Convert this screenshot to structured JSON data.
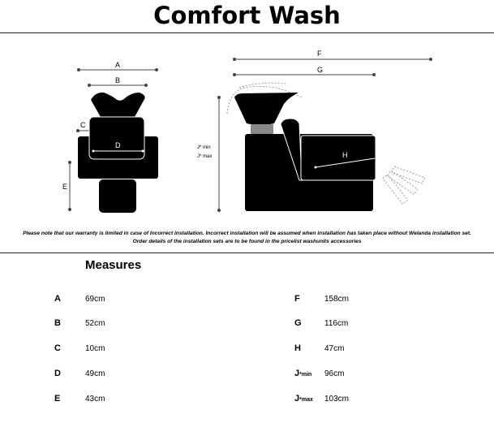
{
  "title": "Comfort Wash",
  "diagram_labels": {
    "A": "A",
    "B": "B",
    "C": "C",
    "D": "D",
    "E": "E",
    "F": "F",
    "G": "G",
    "H": "H",
    "J_min": "J* min",
    "J_max": "J* max"
  },
  "note": {
    "line1": "Please note that our warranty is limited in case of Incorrect installation.  Incorrect installation will be assumed when installation has taken place without Welanda installation set.",
    "line2": "Order details of the installation sets are to be found in the pricelist washunits accessories"
  },
  "measures_heading": "Measures",
  "measures_left": [
    {
      "label": "A",
      "value": "69cm"
    },
    {
      "label": "B",
      "value": "52cm"
    },
    {
      "label": "C",
      "value": "10cm"
    },
    {
      "label": "D",
      "value": "49cm"
    },
    {
      "label": "E",
      "value": "43cm"
    }
  ],
  "measures_right": [
    {
      "label": "F",
      "sub": "",
      "value": "158cm"
    },
    {
      "label": "G",
      "sub": "",
      "value": "116cm"
    },
    {
      "label": "H",
      "sub": "",
      "value": "47cm"
    },
    {
      "label": "J",
      "sub": "*min",
      "value": "96cm"
    },
    {
      "label": "J",
      "sub": "*max",
      "value": "103cm"
    }
  ]
}
